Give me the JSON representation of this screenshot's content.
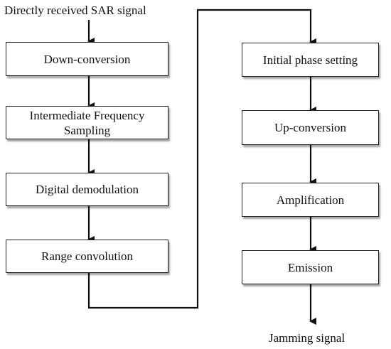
{
  "input_signal": "Directly received SAR signal",
  "output_signal": "Jamming signal",
  "left_column": [
    "Down-conversion",
    "Intermediate Frequency Sampling",
    "Digital demodulation",
    "Range convolution"
  ],
  "right_column": [
    "Initial phase setting",
    "Up-conversion",
    "Amplification",
    "Emission"
  ],
  "colors": {
    "line": "#111111",
    "box_border": "#222222",
    "text": "#111111"
  }
}
